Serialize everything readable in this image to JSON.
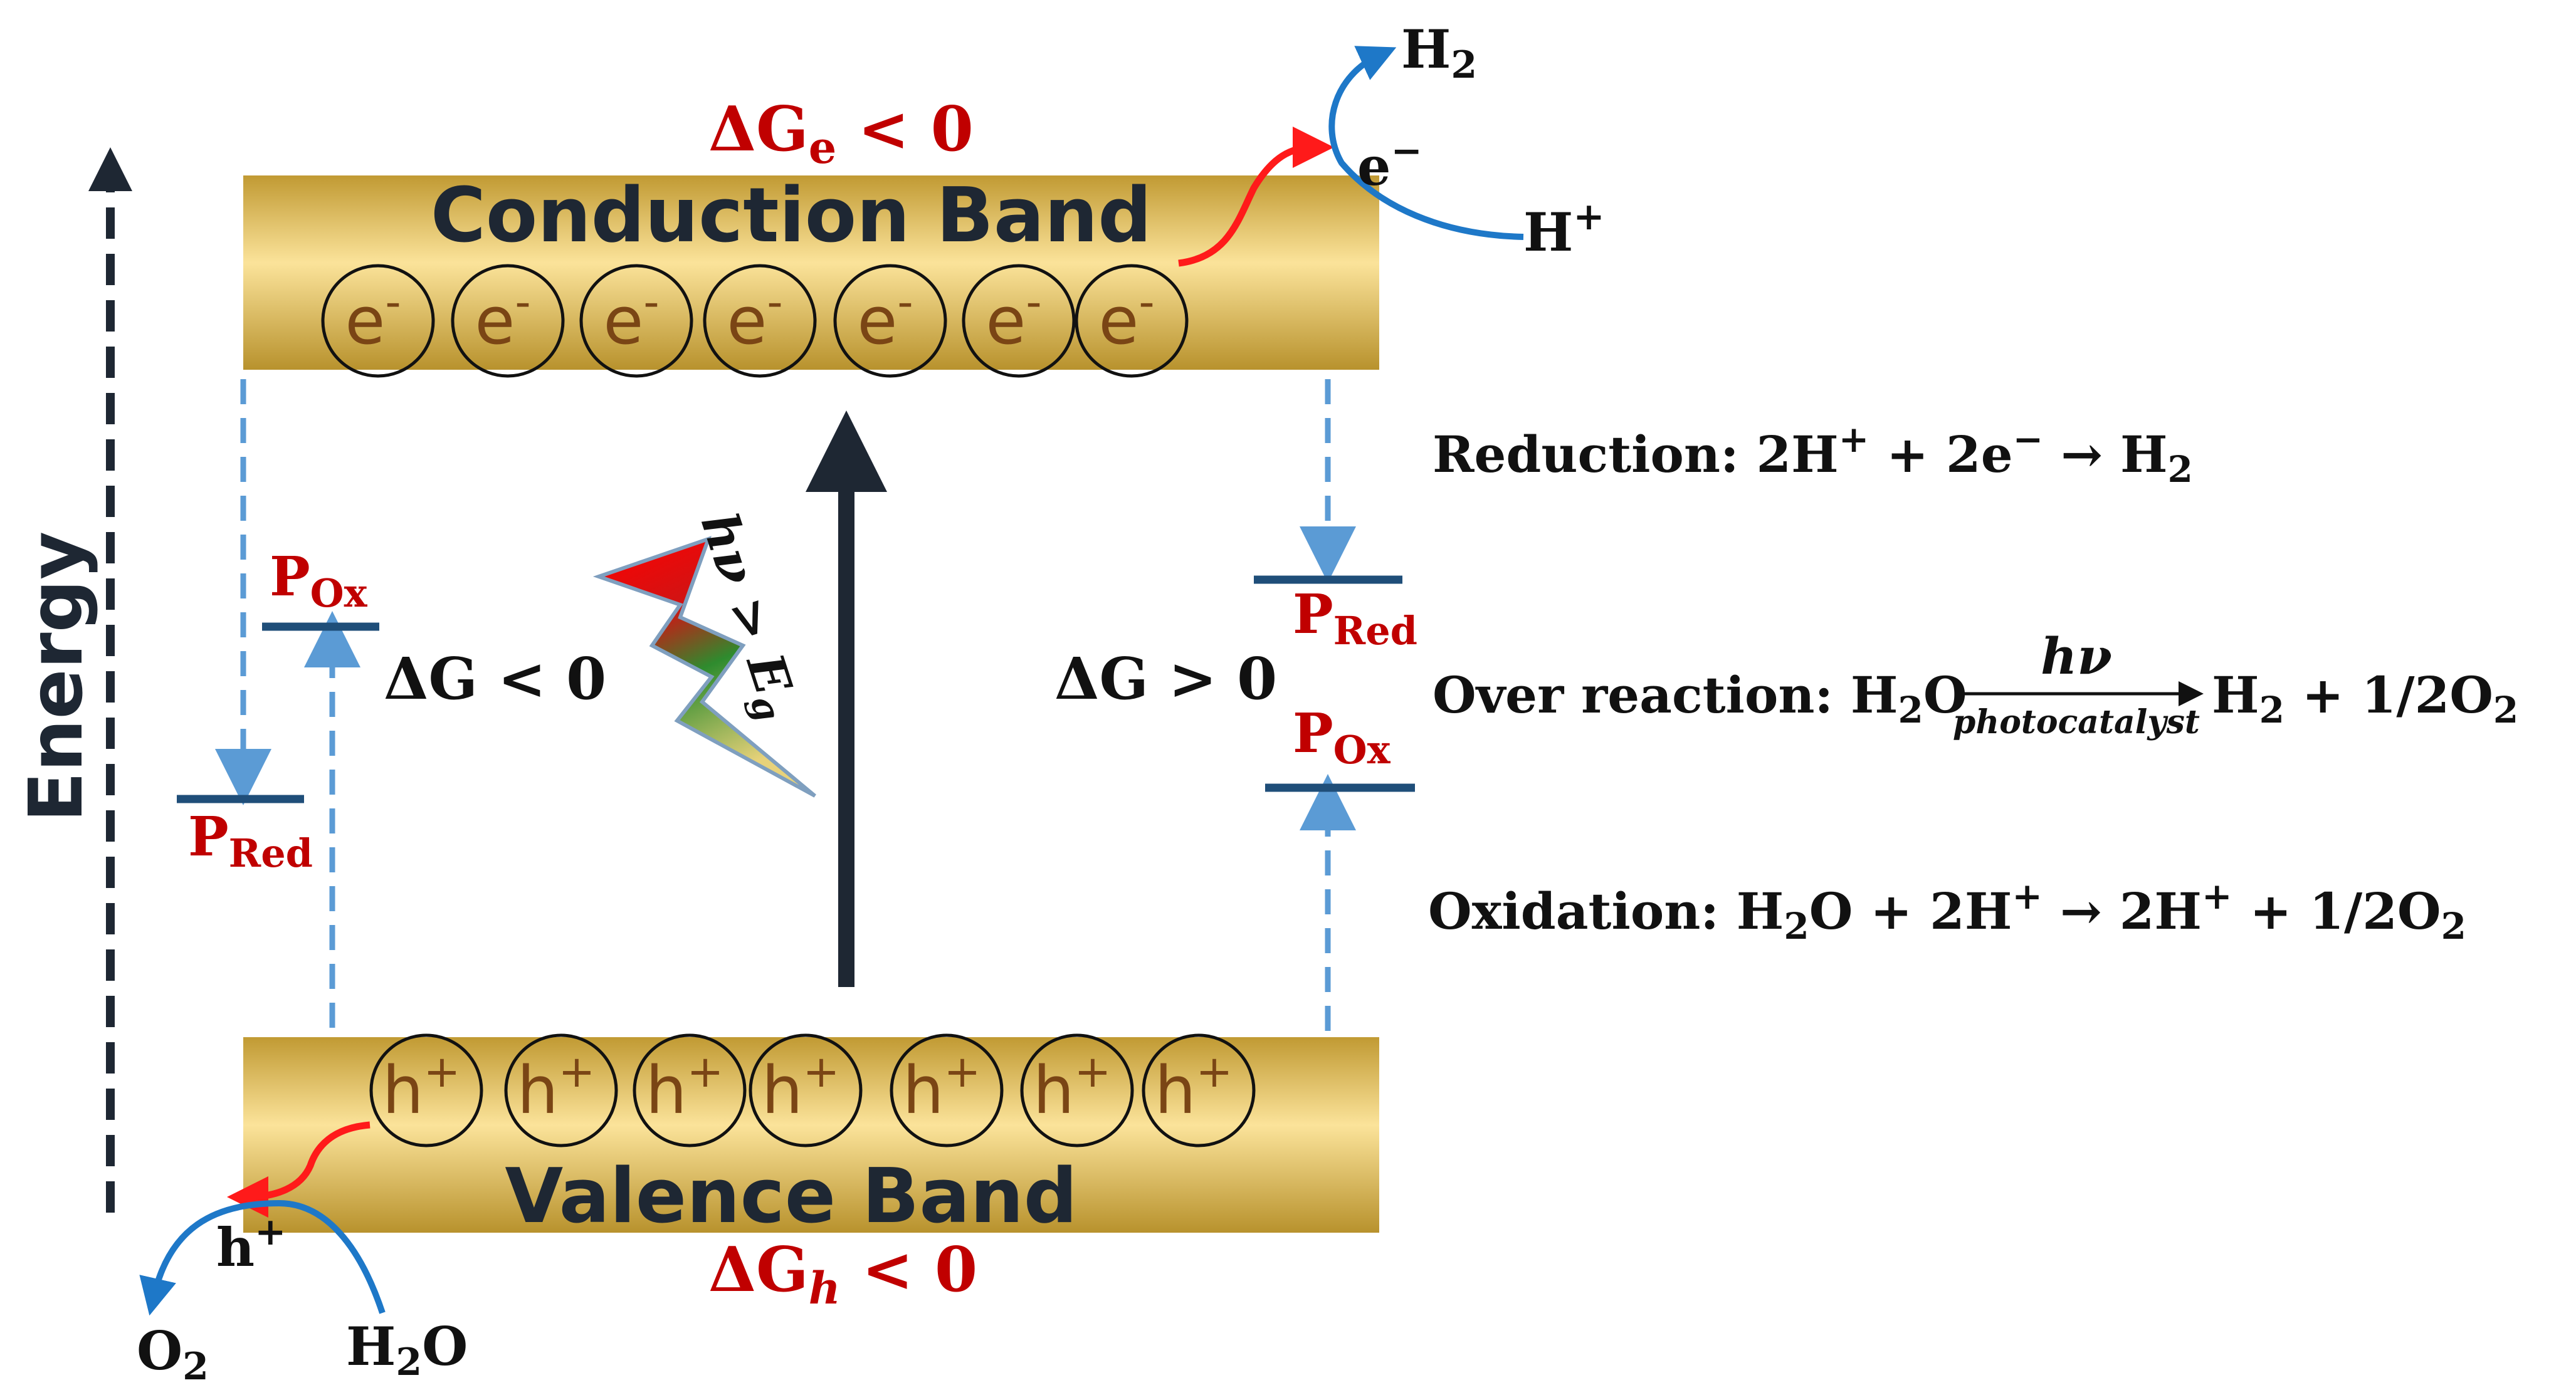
{
  "bands": {
    "conduction": {
      "title": "Conduction Band",
      "carrier": "e",
      "carrier_sup": "-",
      "count": 7
    },
    "valence": {
      "title": "Valence Band",
      "carrier": "h",
      "carrier_sup": "+",
      "count": 7
    }
  },
  "axis": {
    "label": "Energy"
  },
  "free_energy": {
    "electron": {
      "prefix": "ΔG",
      "sub": "e",
      "suffix": " < 0"
    },
    "hole": {
      "prefix": "ΔG",
      "sub": "h",
      "suffix": " < 0"
    },
    "left": "ΔG < 0",
    "right": "ΔG > 0"
  },
  "levels": {
    "left_ox": {
      "base": "P",
      "sub": "Ox"
    },
    "left_red": {
      "base": "P",
      "sub": "Red"
    },
    "right_red": {
      "base": "P",
      "sub": "Red"
    },
    "right_ox": {
      "base": "P",
      "sub": "Ox"
    }
  },
  "photon": {
    "text": "hν",
    "relation": " > ",
    "base": "E",
    "sub": "g"
  },
  "species": {
    "cb_electron": {
      "base": "e",
      "sup": "−"
    },
    "h2": {
      "base": "H",
      "sub": "2"
    },
    "h_plus": {
      "base": "H",
      "sup": "+"
    },
    "vb_hole": {
      "base": "h",
      "sup": "+"
    },
    "o2": {
      "base": "O",
      "sub": "2"
    },
    "h2o": {
      "base": "H",
      "sub": "2",
      "tail": "O"
    }
  },
  "equations": {
    "reduction": {
      "label": "Reduction: ",
      "parts": [
        "2H",
        "+",
        " + 2e",
        "−",
        " → H",
        "2"
      ]
    },
    "overall": {
      "label": "Over reaction: ",
      "reactant_base": "H",
      "reactant_sub": "2",
      "reactant_tail": "O",
      "above_arrow": "hν",
      "below_arrow": "photocatalyst",
      "products": [
        "H",
        "2",
        " + 1/2O",
        "2"
      ]
    },
    "oxidation": {
      "label": "Oxidation: ",
      "parts": [
        "H",
        "2",
        "O + 2H",
        "+",
        " → 2H",
        "+",
        " + 1/2O",
        "2"
      ]
    }
  },
  "colors": {
    "band_gold": "#c7a035",
    "band_light": "#fbe39a",
    "dashed_blue": "#5b9bd5",
    "level_navy": "#1f4e79",
    "red_label": "#c00000",
    "curve_blue": "#1e78c8",
    "arrow_red": "#ff1a1a",
    "arrow_dark": "#1e2733"
  }
}
